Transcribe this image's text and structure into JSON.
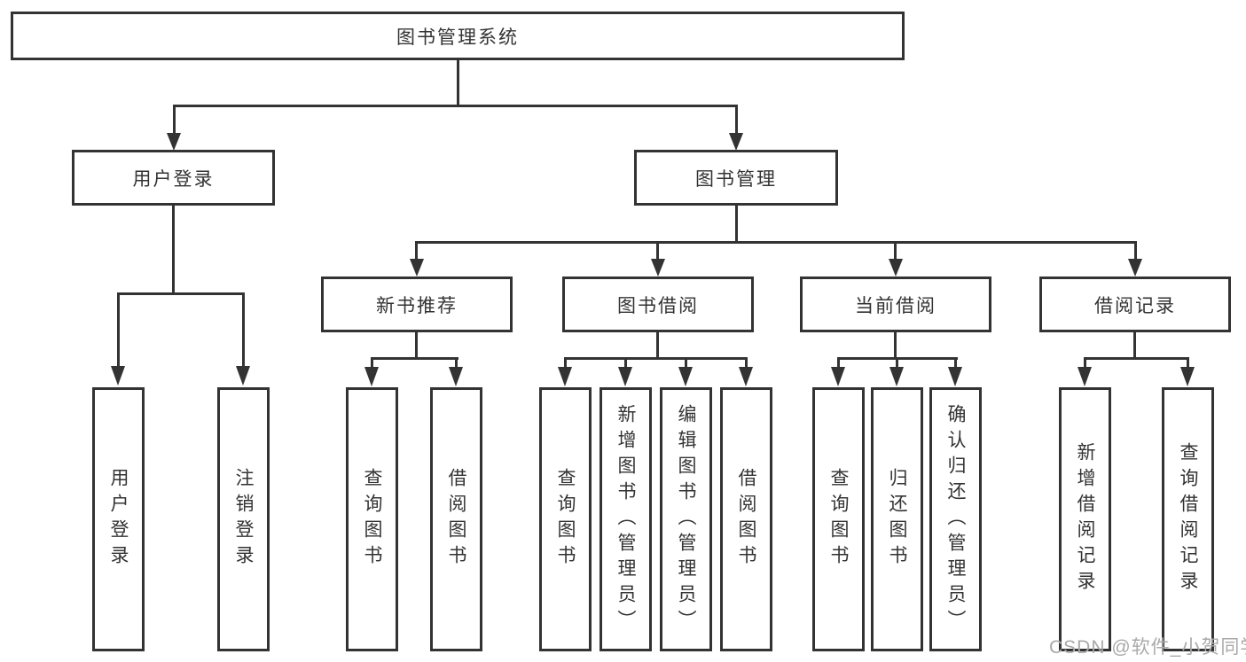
{
  "colors": {
    "line": "#333333",
    "text": "#333333",
    "box_bg": "#ffffff",
    "watermark": "#a9a9a9",
    "background": "#ffffff"
  },
  "watermark": {
    "text": "CSDN @软件_小贺同学"
  },
  "tree": {
    "root": {
      "label": "图书管理系统"
    },
    "level1": [
      {
        "label": "用户登录"
      },
      {
        "label": "图书管理"
      }
    ],
    "level2": [
      {
        "label": "新书推荐"
      },
      {
        "label": "图书借阅"
      },
      {
        "label": "当前借阅"
      },
      {
        "label": "借阅记录"
      }
    ],
    "leaves": {
      "user_login": [
        {
          "label": "用户登录"
        },
        {
          "label": "注销登录"
        }
      ],
      "new_book_recommend": [
        {
          "label": "查询图书"
        },
        {
          "label": "借阅图书"
        }
      ],
      "book_borrow": [
        {
          "label": "查询图书"
        },
        {
          "label": "新增图书（管理员）"
        },
        {
          "label": "编辑图书（管理员）"
        },
        {
          "label": "借阅图书"
        }
      ],
      "current_borrow": [
        {
          "label": "查询图书"
        },
        {
          "label": "归还图书"
        },
        {
          "label": "确认归还（管理员）"
        }
      ],
      "borrow_records": [
        {
          "label": "新增借阅记录"
        },
        {
          "label": "查询借阅记录"
        }
      ]
    }
  }
}
